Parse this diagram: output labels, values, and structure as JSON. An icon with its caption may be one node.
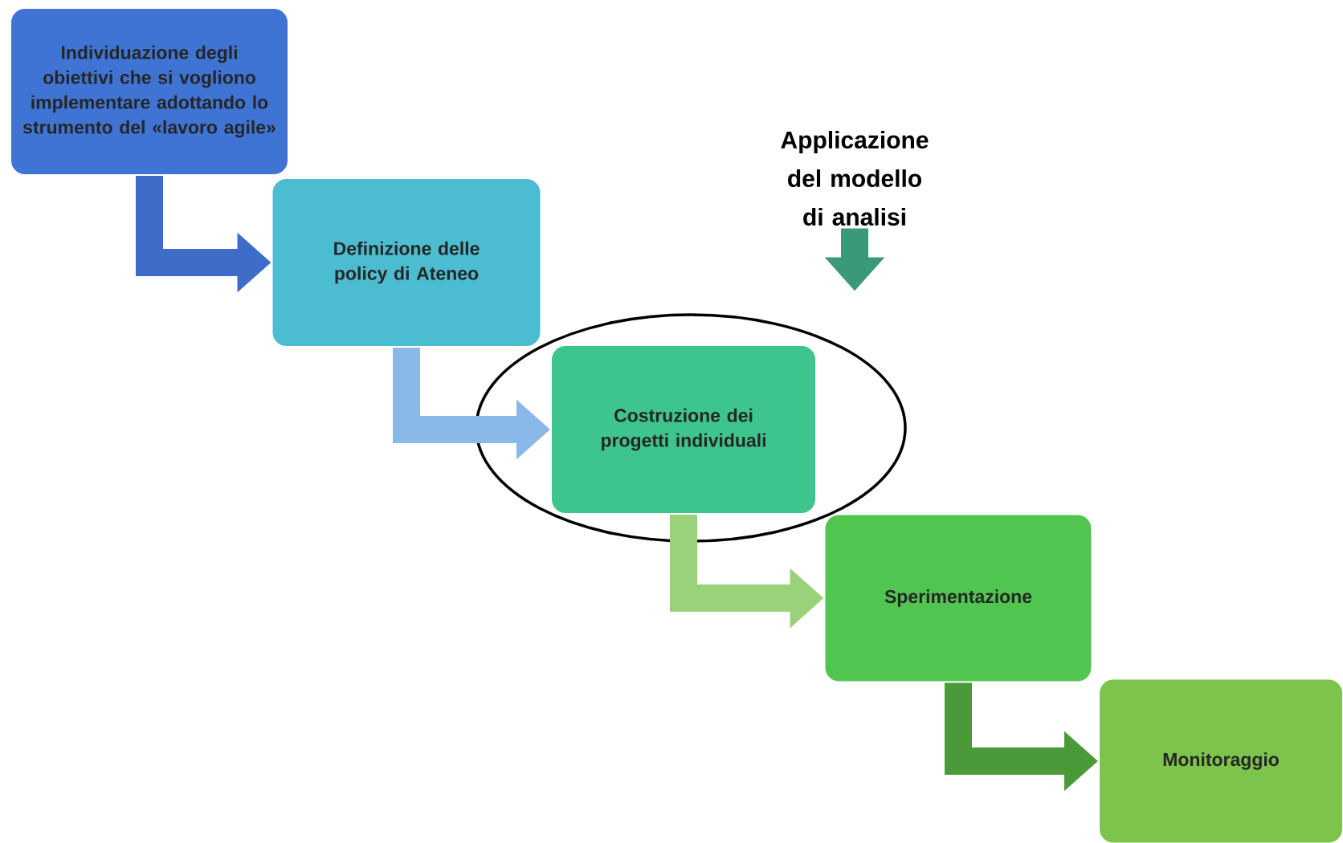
{
  "diagram": {
    "nodes": [
      {
        "text": [
          "Individuazione degli obiettivi che si vogliono implementare adottando lo strumento del «lavoro agile»"
        ]
      },
      {
        "text": [
          "Definizione delle policy di Ateneo"
        ]
      },
      {
        "text": [
          "Applicazione del modello di analisi"
        ]
      },
      {
        "text": [
          "Costruzione dei progetti individuali"
        ]
      },
      {
        "text": [
          "Sperimentazione"
        ]
      },
      {
        "text": [
          "Monitoraggio"
        ]
      }
    ],
    "edges": [
      {
        "from": 0,
        "to": 1,
        "arrow": "to",
        "color": "#3e6cc8"
      },
      {
        "from": 1,
        "to": 3,
        "arrow": "to",
        "color": "#8ab8e8"
      },
      {
        "from": 2,
        "to": null,
        "arrow": "to",
        "color": "#3a9a78"
      },
      {
        "from": 3,
        "to": 4,
        "arrow": "to",
        "color": "#9ad27a"
      },
      {
        "from": 4,
        "to": 5,
        "arrow": "to",
        "color": "#4a9a3a"
      }
    ]
  }
}
